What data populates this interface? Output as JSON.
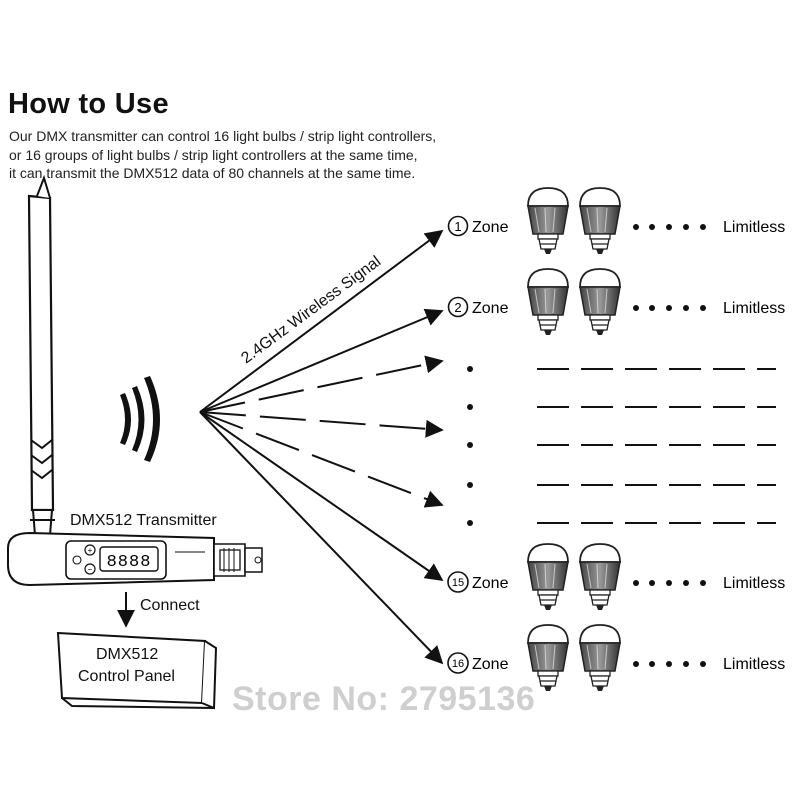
{
  "heading": "How to Use",
  "description": [
    "Our DMX transmitter can control 16 light bulbs / strip light controllers,",
    "or 16 groups of light bulbs / strip light controllers at the same time,",
    "it can transmit the DMX512 data of 80 channels at the same time."
  ],
  "signal_label": "2.4GHz Wireless Signal",
  "transmitter_label": "DMX512 Transmitter",
  "display_digits": "8888",
  "connect_label": "Connect",
  "control_panel": [
    "DMX512",
    "Control Panel"
  ],
  "zones": [
    {
      "number": "1",
      "label": "Zone",
      "tail": "Limitless"
    },
    {
      "number": "2",
      "label": "Zone",
      "tail": "Limitless"
    },
    {
      "number": "15",
      "label": "Zone",
      "tail": "Limitless"
    },
    {
      "number": "16",
      "label": "Zone",
      "tail": "Limitless"
    }
  ],
  "watermark": "Store No: 2795136"
}
